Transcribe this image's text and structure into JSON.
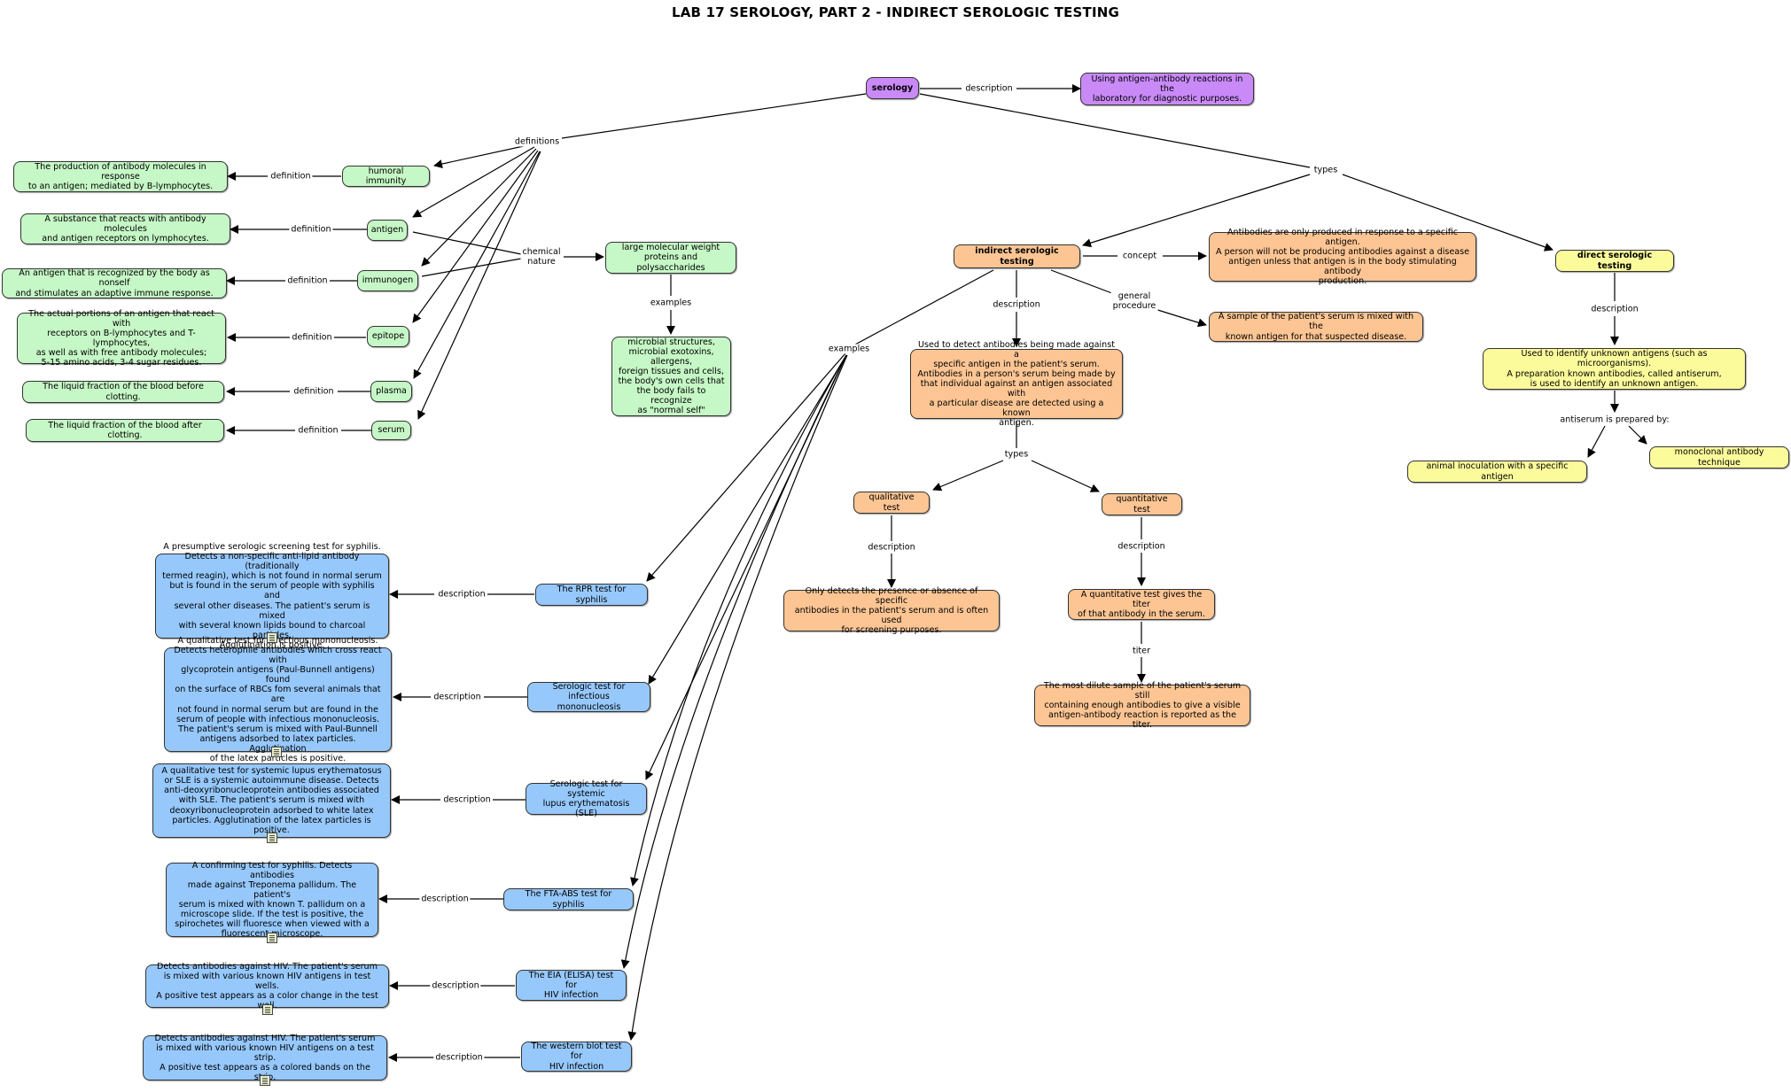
{
  "title": "LAB 17 SEROLOGY, PART 2 - INDIRECT SEROLOGIC TESTING",
  "colors": {
    "green": "#c6f7c6",
    "purple": "#c98af7",
    "orange": "#fcc593",
    "yellow": "#fbfb9b",
    "blue": "#96c8fb"
  },
  "nodes": {
    "serology": "serology",
    "serology_desc": "Using antigen-antibody reactions in the\nlaboratory for diagnostic purposes.",
    "humoral_immunity": "humoral immunity",
    "humoral_def": "The production of antibody molecules in response\nto an antigen; mediated by B-lymphocytes.",
    "antigen": "antigen",
    "antigen_def": "A substance that reacts with antibody molecules\nand antigen receptors on lymphocytes.",
    "immunogen": "immunogen",
    "immunogen_def": "An antigen that is recognized by the body as nonself\nand stimulates an adaptive immune response.",
    "epitope": "epitope",
    "epitope_def": "The actual portions of an antigen that react with\nreceptors on B-lymphocytes and T-lymphocytes,\nas well as with free antibody molecules;\n5-15 amino acids, 3-4 sugar residues.",
    "plasma": "plasma",
    "plasma_def": "The liquid fraction of the blood before clotting.",
    "serum": "serum",
    "serum_def": "The liquid fraction of the blood after clotting.",
    "chem_nature": "large molecular weight\nproteins and polysaccharides",
    "chem_examples": "microbial structures,\nmicrobial exotoxins,\nallergens,\nforeign tissues and cells,\nthe body's own cells that\nthe body fails to recognize\nas \"normal self\"",
    "indirect": "indirect serologic testing",
    "indirect_concept": "Antibodies are only produced in response to a specific antigen.\nA person will not be producing antibodies against a disease\nantigen unless that antigen is in the body stimulating antibody\nproduction.",
    "indirect_procedure": "A sample of the patient's serum is mixed with the\nknown antigen for that suspected disease.",
    "indirect_desc": "Used to detect antibodies being made against a\nspecific antigen in the patient's serum.\nAntibodies in a person's serum being made by\nthat individual against an antigen associated with\na particular disease are detected using a known\nantigen.",
    "qualitative": "qualitative test",
    "qualitative_desc": "Only detects the presence or absence of specific\nantibodies in the patient's serum and is often used\nfor screening purposes.",
    "quantitative": "quantitative test",
    "quantitative_desc": "A quantitative test gives the titer\nof that antibody in the serum.",
    "titer_desc": "The most dilute sample of the patient's serum still\ncontaining enough antibodies to give a visible\nantigen-antibody reaction is reported as the titer.",
    "direct": "direct serologic testing",
    "direct_desc": "Used to identify unknown antigens (such as microorganisms).\nA preparation known antibodies, called antiserum,\nis used to identify an unknown antigen.",
    "animal_inoc": "animal inoculation with a specific antigen",
    "monoclonal": "monoclonal antibody technique",
    "rpr": "The RPR test for syphilis",
    "rpr_desc": "A presumptive serologic screening test for syphilis.\nDetects a non-specific anti-lipid antibody (traditionally\ntermed reagin), which is not found in normal serum\nbut is found in the serum of people with syphilis and\nseveral other diseases. The patient's serum is mixed\nwith several known lipids bound to charcoal particles.\nAgglutination is positive.",
    "mono": "Serologic test for infectious\nmononucleosis",
    "mono_desc": "A qualitative test for infectious mononucleosis.\nDetects heterophile antibodies which cross react with\nglycoprotein antigens (Paul-Bunnell antigens) found\non the surface of RBCs fom several animals that are\nnot found in normal serum but are found in the\nserum of people with infectious mononucleosis.\nThe patient's serum is mixed with Paul-Bunnell\nantigens adsorbed to latex particles. Agglutination\nof the latex particles is positive.",
    "sle": "Serologic test for systemic\nlupus erythematosis (SLE)",
    "sle_desc": "A qualitative test for systemic lupus erythematosus\nor SLE is a systemic autoimmune disease. Detects\nanti-deoxyribonucleoprotein antibodies associated\nwith SLE. The patient's serum is mixed with\ndeoxyribonucleoprotein adsorbed to white latex\nparticles. Agglutination of the latex particles is positive.",
    "fta": "The FTA-ABS test for syphilis",
    "fta_desc": "A confirming test for syphilis. Detects antibodies\nmade against Treponema pallidum. The patient's\nserum is mixed with known T. pallidum on a\nmicroscope slide. If the test is positive, the\nspirochetes will fluoresce when viewed with a\nfluorescent microscope.",
    "eia": "The EIA (ELISA) test for\nHIV infection",
    "eia_desc": "Detects antibodies against HIV. The patient's serum\nis mixed with various known HIV antigens in test wells.\nA positive test appears as a color change in the test well.",
    "wb": "The western blot test for\nHIV infection",
    "wb_desc": "Detects antibodies against HIV. The patient's serum\nis mixed with various known HIV antigens on a test strip.\nA positive test appears as a colored bands on the strip."
  },
  "labels": {
    "description": "description",
    "definitions": "definitions",
    "definition": "definition",
    "types": "types",
    "chemical_nature": "chemical\nnature",
    "examples": "examples",
    "concept": "concept",
    "general_procedure": "general\nprocedure",
    "titer": "titer",
    "antiserum_prepared": "antiserum is prepared by:"
  }
}
